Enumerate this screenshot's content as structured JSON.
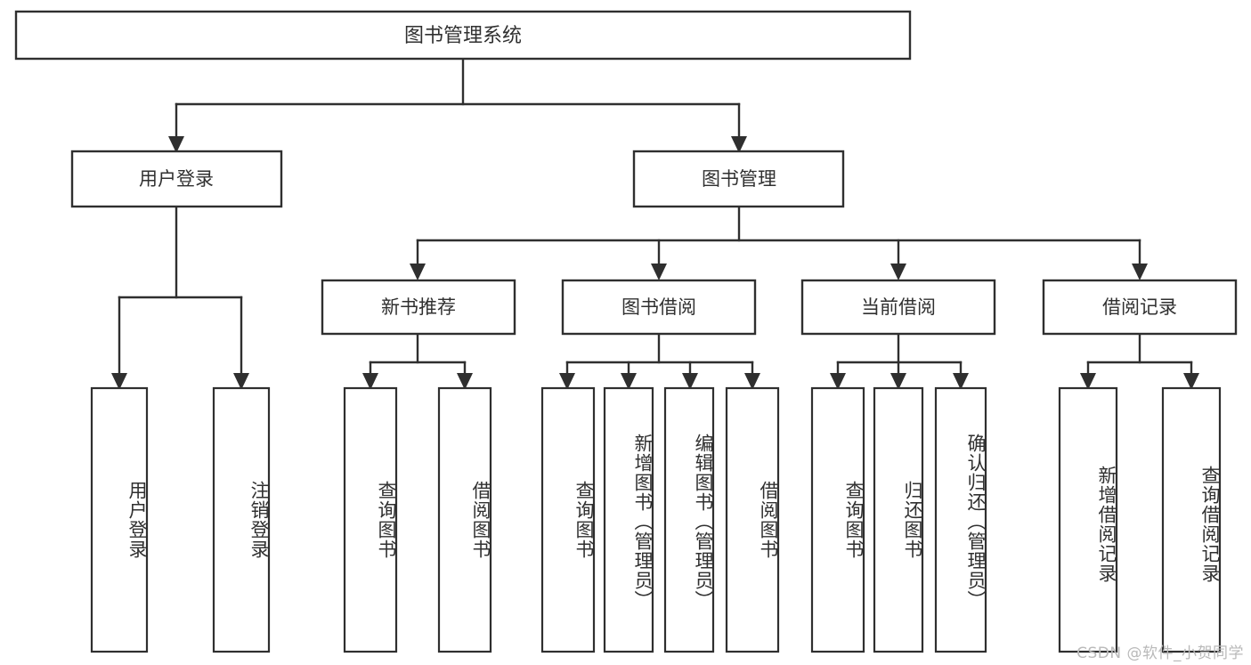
{
  "diagram": {
    "type": "tree-hierarchy-chart",
    "title": "图书管理系统",
    "watermark": "CSDN @软件_小贺同学",
    "root": {
      "label": "图书管理系统",
      "orientation": "horizontal"
    },
    "level2": [
      {
        "label": "用户登录",
        "orientation": "horizontal"
      },
      {
        "label": "图书管理",
        "orientation": "horizontal"
      }
    ],
    "level3": [
      {
        "label": "新书推荐",
        "orientation": "horizontal"
      },
      {
        "label": "图书借阅",
        "orientation": "horizontal"
      },
      {
        "label": "当前借阅",
        "orientation": "horizontal"
      },
      {
        "label": "借阅记录",
        "orientation": "horizontal"
      }
    ],
    "leaves_user_login": [
      {
        "label": "用户登录",
        "orientation": "vertical"
      },
      {
        "label": "注销登录",
        "orientation": "vertical"
      }
    ],
    "leaves_new_books": [
      {
        "label": "查询图书",
        "orientation": "vertical"
      },
      {
        "label": "借阅图书",
        "orientation": "vertical"
      }
    ],
    "leaves_borrow": [
      {
        "label": "查询图书",
        "orientation": "vertical"
      },
      {
        "label": "新增图书（管理员）",
        "orientation": "vertical"
      },
      {
        "label": "编辑图书（管理员）",
        "orientation": "vertical"
      },
      {
        "label": "借阅图书",
        "orientation": "vertical"
      }
    ],
    "leaves_current": [
      {
        "label": "查询图书",
        "orientation": "vertical"
      },
      {
        "label": "归还图书",
        "orientation": "vertical"
      },
      {
        "label": "确认归还（管理员）",
        "orientation": "vertical"
      }
    ],
    "leaves_records": [
      {
        "label": "新增借阅记录",
        "orientation": "vertical"
      },
      {
        "label": "查询借阅记录",
        "orientation": "vertical"
      }
    ],
    "colors": {
      "stroke": "#2f2f2f",
      "fill": "#ffffff",
      "text": "#303030",
      "watermark": "#b9b9b9",
      "background": "#ffffff"
    }
  }
}
